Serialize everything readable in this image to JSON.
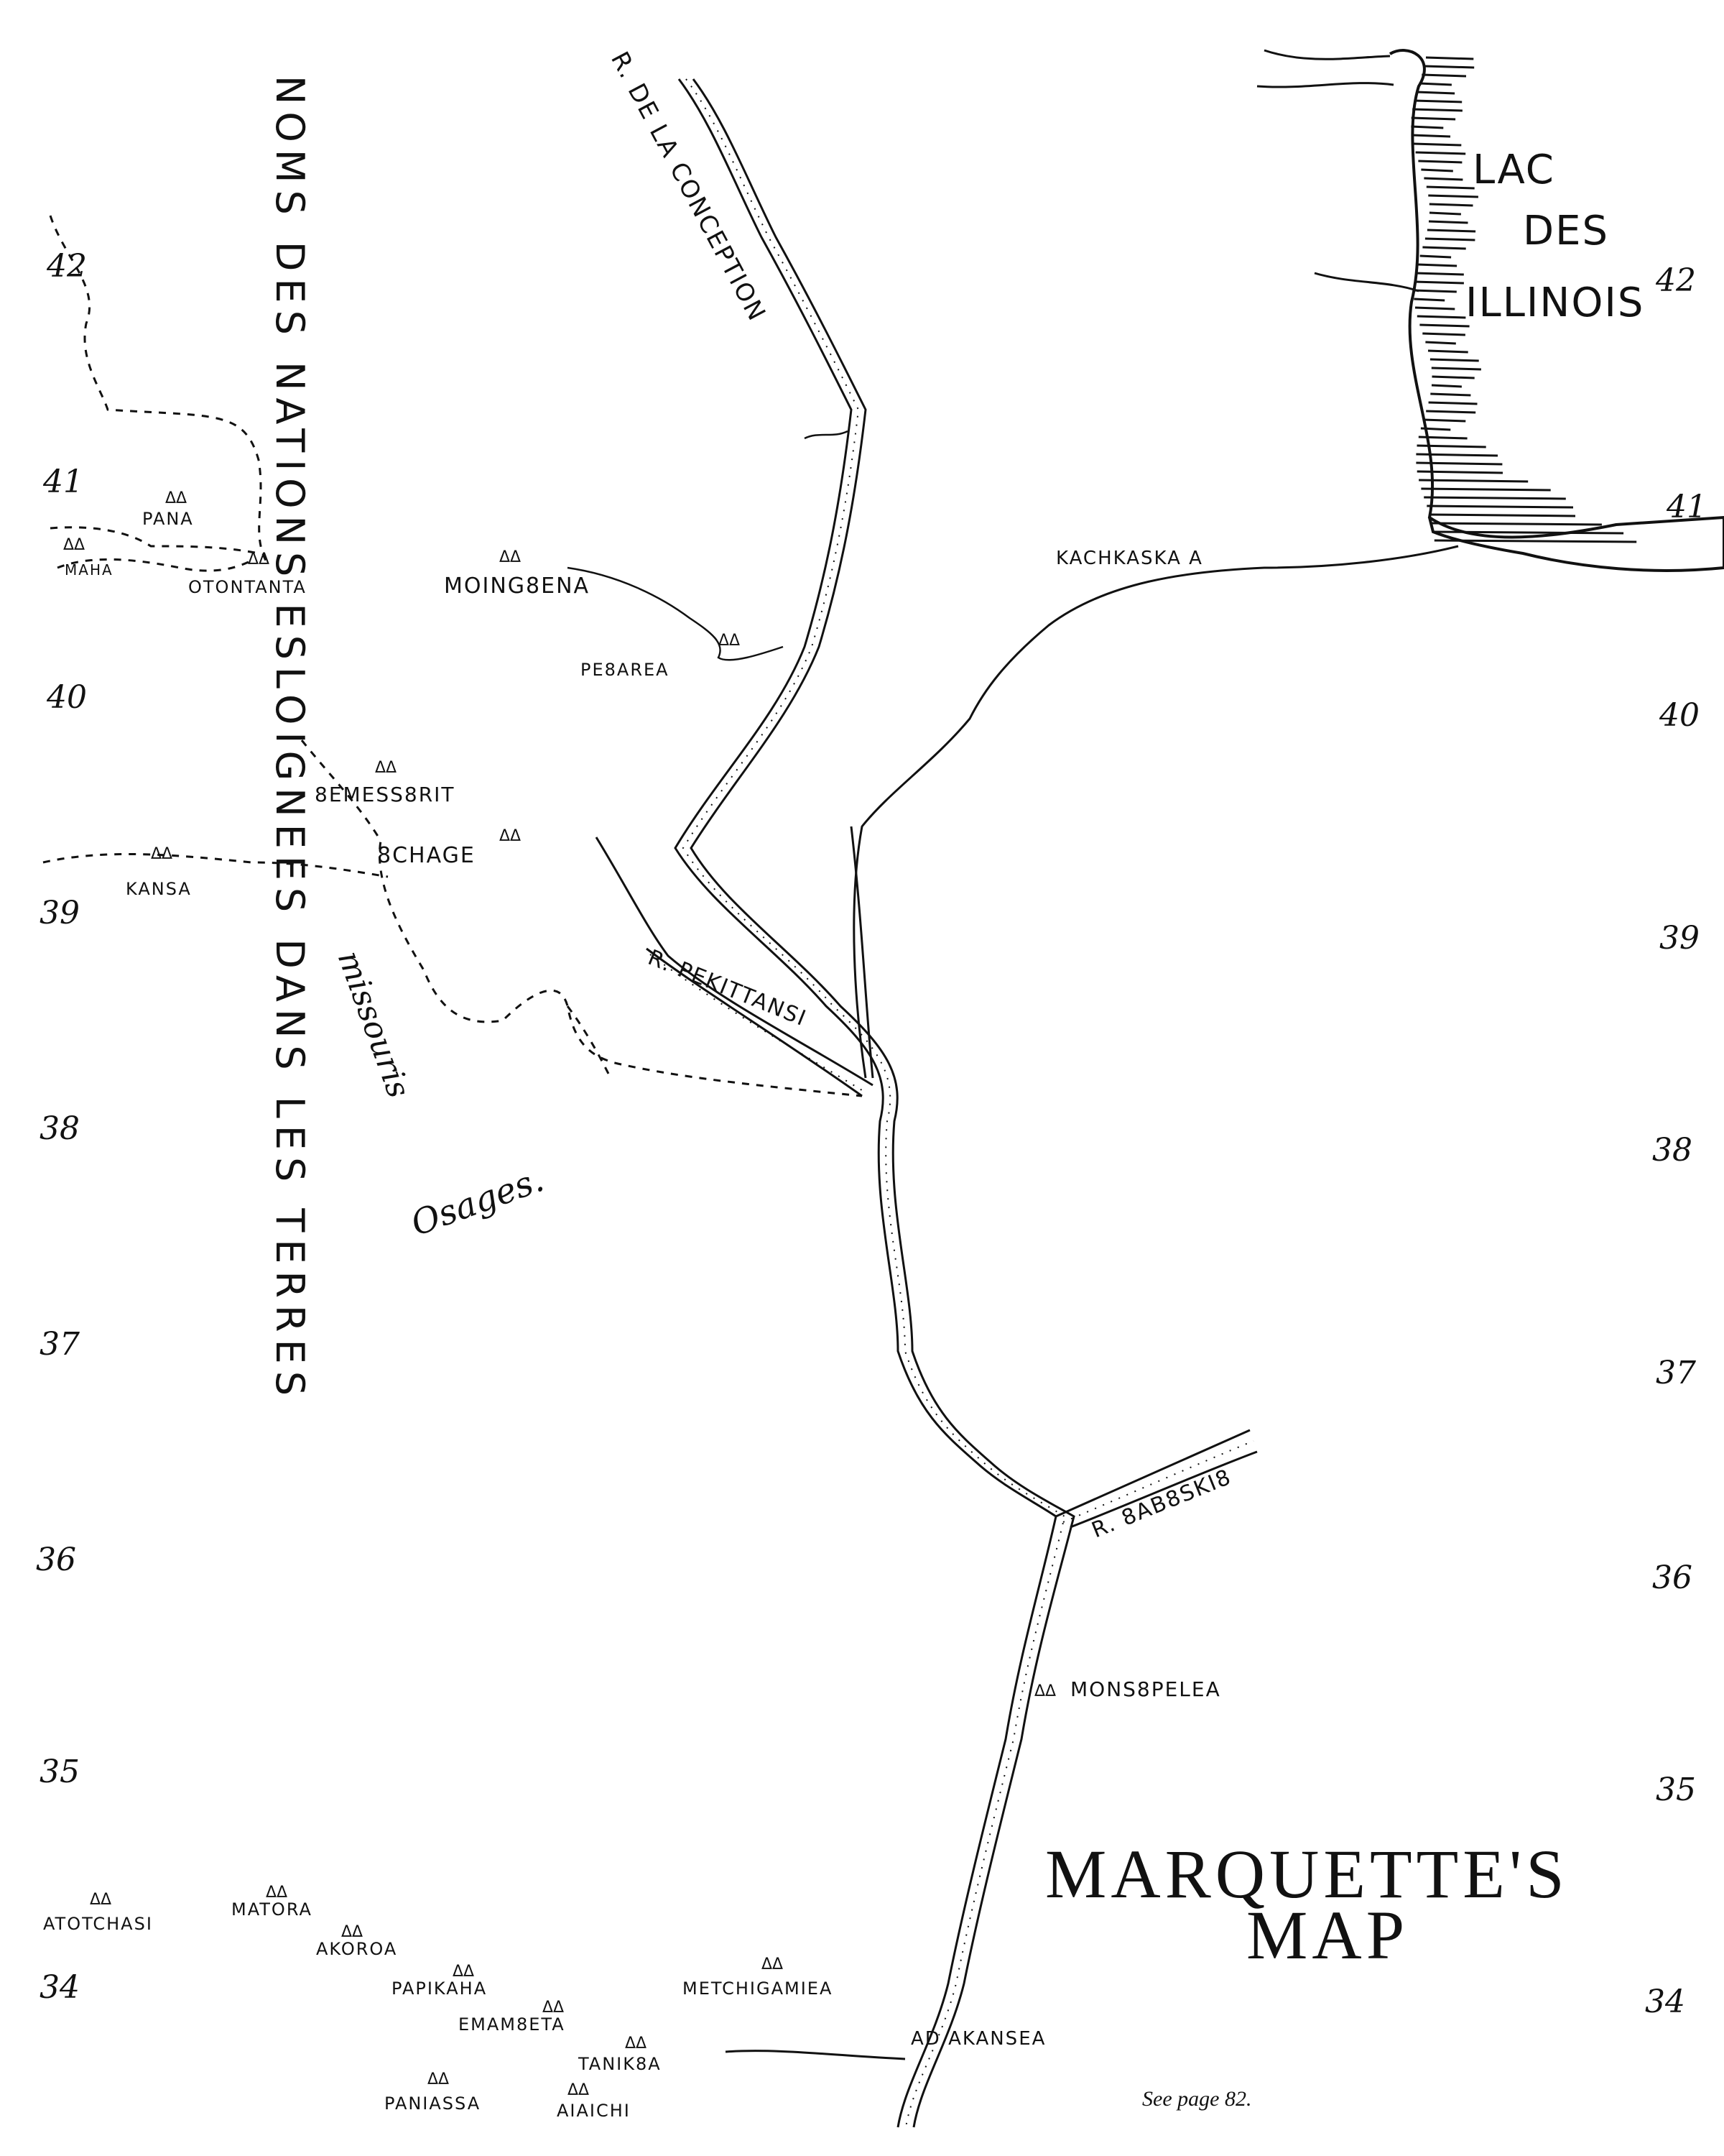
{
  "title": {
    "line1": "MARQUETTE'S",
    "line2": "MAP"
  },
  "side_title": "NOMS DES NATIONS ESLOIGNEES DANS LES TERRES",
  "lake": {
    "line1": "LAC",
    "line2": "DES",
    "line3": "ILLINOIS"
  },
  "rivers": {
    "conception": "R. DE LA CONCEPTION",
    "pekittan": "R. PEKITTANSI",
    "ouabouskiou": "R. 8AB8SKI8",
    "kachkaska": "KACHKASKA A"
  },
  "script_labels": {
    "missouri": "missouris",
    "osages": "Osages."
  },
  "villages": {
    "pana": "PANA",
    "maha": "MAHA",
    "otontanta": "OTONTANTA",
    "moingwena": "MOING8ENA",
    "pewarea": "PE8AREA",
    "messorit": "8EMESS8RIT",
    "ouchage": "8CHAGE",
    "kansa": "KANSA",
    "monsoupelea": "MONS8PELEA",
    "atotchasi": "ATOTCHASI",
    "matora": "MATORA",
    "akoroa": "AKOROA",
    "papikaha": "PAPIKAHA",
    "emamoueta": "EMAM8ETA",
    "metchigamiea": "METCHIGAMIEA",
    "akansea": "AD AKANSEA",
    "tanikoua": "TANIK8A",
    "paniassa": "PANIASSA",
    "aiaichi": "AIAICHI"
  },
  "latitudes_left": [
    "42",
    "41",
    "40",
    "39",
    "38",
    "37",
    "36",
    "35",
    "34"
  ],
  "latitudes_right": [
    "42",
    "41",
    "40",
    "39",
    "38",
    "37",
    "36",
    "35",
    "34"
  ],
  "caption": "See page 82."
}
